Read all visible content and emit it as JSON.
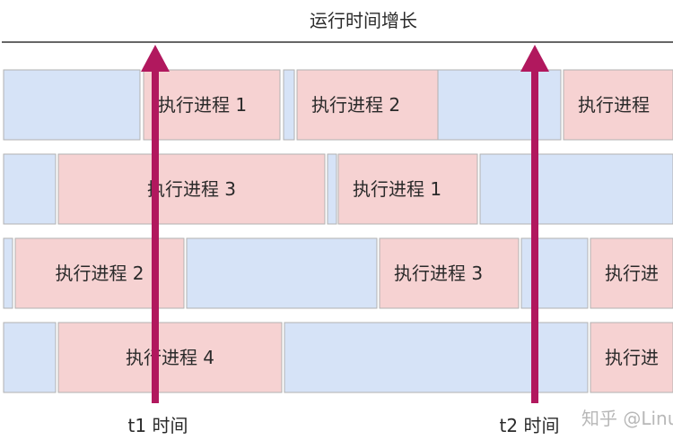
{
  "title": "运行时间增长",
  "colors": {
    "idle": "#d6e3f7",
    "busy": "#f6d2d2",
    "border": "#b2b2b2",
    "arrow": "#b1185e",
    "axis": "#333333",
    "text": "#2a2a2a",
    "watermark": "#b8b8b8"
  },
  "rows": [
    {
      "segments": [
        {
          "state": "idle",
          "label": ""
        },
        {
          "state": "busy",
          "label": "执行进程 1"
        },
        {
          "state": "idle",
          "label": ""
        },
        {
          "state": "busy",
          "label": "执行进程 2"
        },
        {
          "state": "idle",
          "label": ""
        },
        {
          "state": "busy",
          "label": "执行进程"
        }
      ]
    },
    {
      "segments": [
        {
          "state": "idle",
          "label": ""
        },
        {
          "state": "busy",
          "label": "执行进程 3"
        },
        {
          "state": "idle",
          "label": ""
        },
        {
          "state": "busy",
          "label": "执行进程 1"
        },
        {
          "state": "idle",
          "label": ""
        }
      ]
    },
    {
      "segments": [
        {
          "state": "idle",
          "label": ""
        },
        {
          "state": "busy",
          "label": "执行进程 2"
        },
        {
          "state": "idle",
          "label": ""
        },
        {
          "state": "busy",
          "label": "执行进程 3"
        },
        {
          "state": "idle",
          "label": ""
        },
        {
          "state": "busy",
          "label": "执行进"
        }
      ]
    },
    {
      "segments": [
        {
          "state": "idle",
          "label": ""
        },
        {
          "state": "busy",
          "label": "执行进程 4"
        },
        {
          "state": "idle",
          "label": ""
        },
        {
          "state": "busy",
          "label": "执行进"
        }
      ]
    }
  ],
  "markers": [
    {
      "label": "t1 时间"
    },
    {
      "label": "t2 时间"
    }
  ],
  "watermark": "知乎 @Linux"
}
